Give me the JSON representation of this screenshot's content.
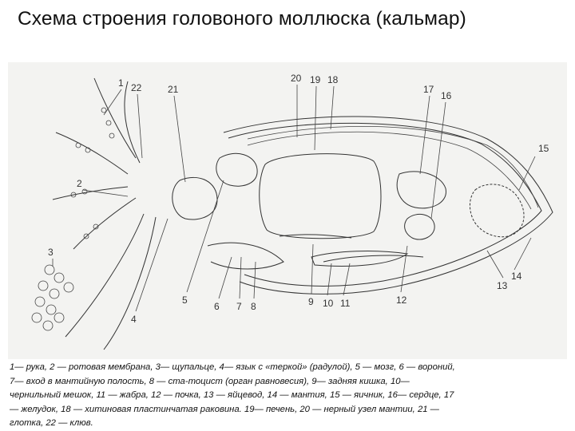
{
  "slide": {
    "title": "Схема строения головоного моллюска (кальмар)"
  },
  "diagram": {
    "labels": [
      "1",
      "2",
      "3",
      "4",
      "5",
      "6",
      "7",
      "8",
      "9",
      "10",
      "11",
      "12",
      "13",
      "14",
      "15",
      "16",
      "17",
      "18",
      "19",
      "20",
      "21",
      "22"
    ]
  },
  "caption": {
    "lines": [
      "1— рука, 2 — ротовая мембрана, 3— щупальце, 4— язык с «теркой» (радулой), 5 — мозг, 6 — вороний,",
      "7— вход в мантийную полость, 8 — ста-тоцист (орган равновесия), 9— задняя кишка, 10—",
      "чернильный мешок, 11 — жабра, 12 — почка, 13 — яйцевод, 14 — мантия, 15 — яичник, 16— сердце, 17",
      "— желудок, 18 — хитиновая пластинчатая раковина. 19— печень, 20 — нерный узел мантии, 21 —",
      "глотка, 22 — клюв."
    ]
  },
  "colors": {
    "background": "#ffffff",
    "ink": "#333333",
    "figure_bg": "#f3f3f1"
  }
}
